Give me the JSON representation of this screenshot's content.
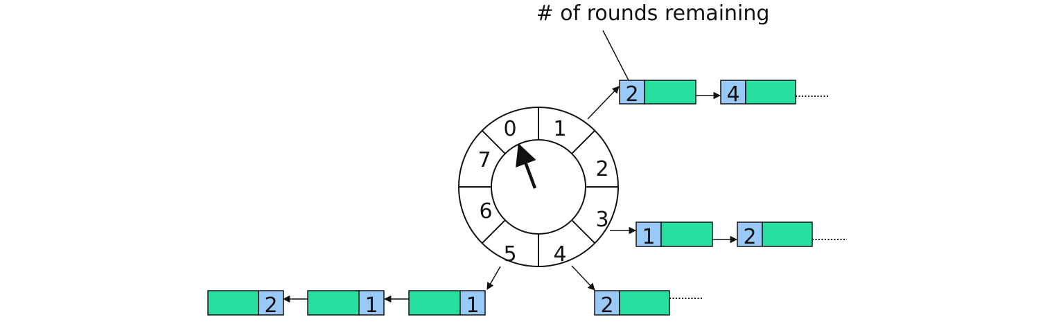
{
  "annotation": "# of rounds remaining",
  "wheel": {
    "slots": [
      "0",
      "1",
      "2",
      "3",
      "4",
      "5",
      "6",
      "7"
    ],
    "pointer_slot": "0"
  },
  "lists": {
    "slot1": [
      "2",
      "4"
    ],
    "slot3": [
      "1",
      "2"
    ],
    "slot4": [
      "2"
    ],
    "slot5": [
      "1",
      "1",
      "2"
    ]
  },
  "colors": {
    "counter_cell": "#99c9f7",
    "payload_cell": "#27df9e",
    "stroke": "#111111",
    "background": "#ffffff"
  }
}
